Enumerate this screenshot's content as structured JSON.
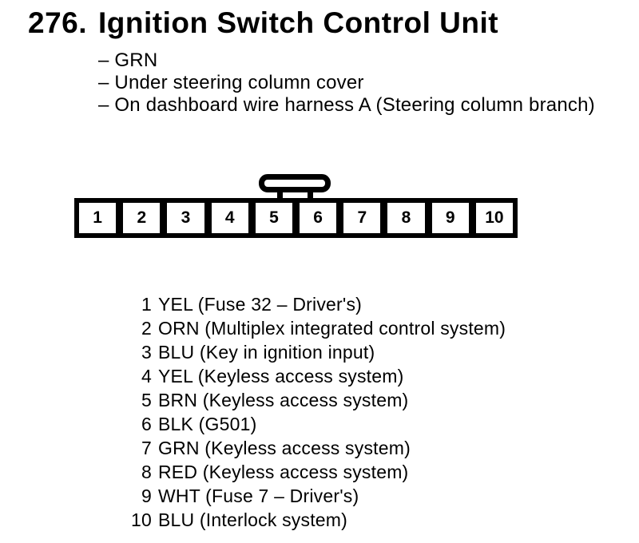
{
  "header": {
    "section_number": "276.",
    "title": "Ignition Switch Control Unit",
    "notes": [
      "– GRN",
      "– Under steering column cover",
      "– On dashboard wire harness A (Steering column branch)"
    ]
  },
  "connector": {
    "description": "10-pin connector, single row, lock tab on top center",
    "colors": {
      "ink": "#000000",
      "paper": "#ffffff"
    },
    "pins": [
      {
        "number": "1",
        "label": "YEL (Fuse 32 – Driver's)"
      },
      {
        "number": "2",
        "label": "ORN (Multiplex integrated control system)"
      },
      {
        "number": "3",
        "label": "BLU (Key in ignition input)"
      },
      {
        "number": "4",
        "label": "YEL (Keyless access system)"
      },
      {
        "number": "5",
        "label": "BRN (Keyless access system)"
      },
      {
        "number": "6",
        "label": "BLK (G501)"
      },
      {
        "number": "7",
        "label": "GRN (Keyless access system)"
      },
      {
        "number": "8",
        "label": "RED (Keyless access system)"
      },
      {
        "number": "9",
        "label": "WHT (Fuse 7 – Driver's)"
      },
      {
        "number": "10",
        "label": "BLU (Interlock system)"
      }
    ]
  }
}
